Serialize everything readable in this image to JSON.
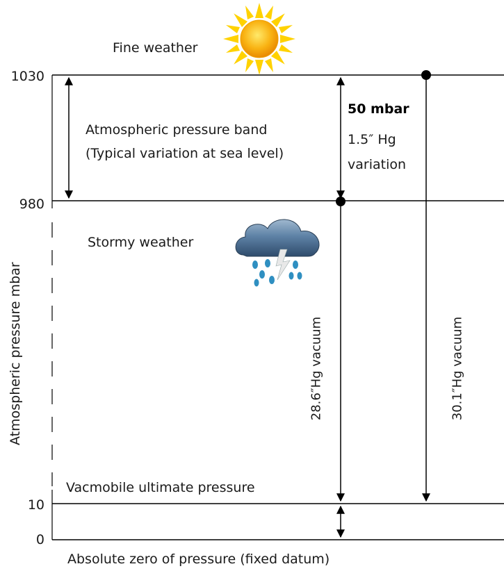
{
  "ticks": {
    "t1030": "1030",
    "t980": "980",
    "t10": "10",
    "t0": "0"
  },
  "y_axis_label": "Atmospheric pressure mbar",
  "labels": {
    "fine_weather": "Fine weather",
    "band_line1": "Atmospheric pressure band",
    "band_line2": "(Typical variation at sea level)",
    "mbar_50": "50 mbar",
    "hg_15": "1.5″ Hg",
    "variation": "variation",
    "stormy_weather": "Stormy weather",
    "vacuum_286": "28.6″Hg vacuum",
    "vacuum_301": "30.1″Hg vacuum",
    "vacmobile": "Vacmobile ultimate pressure",
    "absolute_zero": "Absolute zero of pressure (fixed datum)"
  },
  "icons": {
    "sun": "sun-icon",
    "storm": "storm-cloud-icon"
  },
  "colors": {
    "sun_core": "#f7a600",
    "sun_rays": "#ffd200",
    "cloud": "#4a6f93",
    "rain": "#2f8fc1",
    "lightning": "#e8e8e8"
  }
}
